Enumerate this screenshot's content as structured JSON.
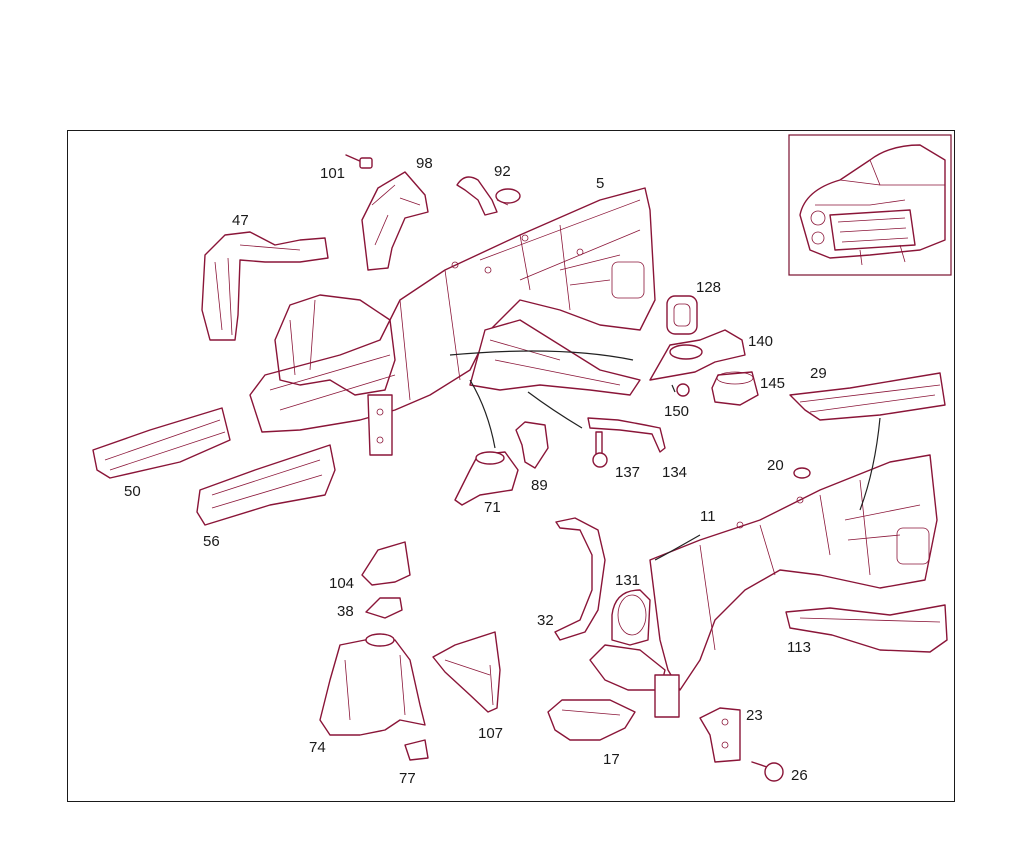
{
  "colors": {
    "line": "#8a1538",
    "text": "#1a1a1a",
    "frame": "#1a1a1a"
  },
  "labels": {
    "p101": "101",
    "p98": "98",
    "p92": "92",
    "p5": "5",
    "p47": "47",
    "p128": "128",
    "p140": "140",
    "p145": "145",
    "p150": "150",
    "p29": "29",
    "p50": "50",
    "p56": "56",
    "p71": "71",
    "p89": "89",
    "p137": "137",
    "p134": "134",
    "p20": "20",
    "p11": "11",
    "p131": "131",
    "p104": "104",
    "p38": "38",
    "p32": "32",
    "p113": "113",
    "p74": "74",
    "p77": "77",
    "p107": "107",
    "p17": "17",
    "p23": "23",
    "p26": "26"
  }
}
